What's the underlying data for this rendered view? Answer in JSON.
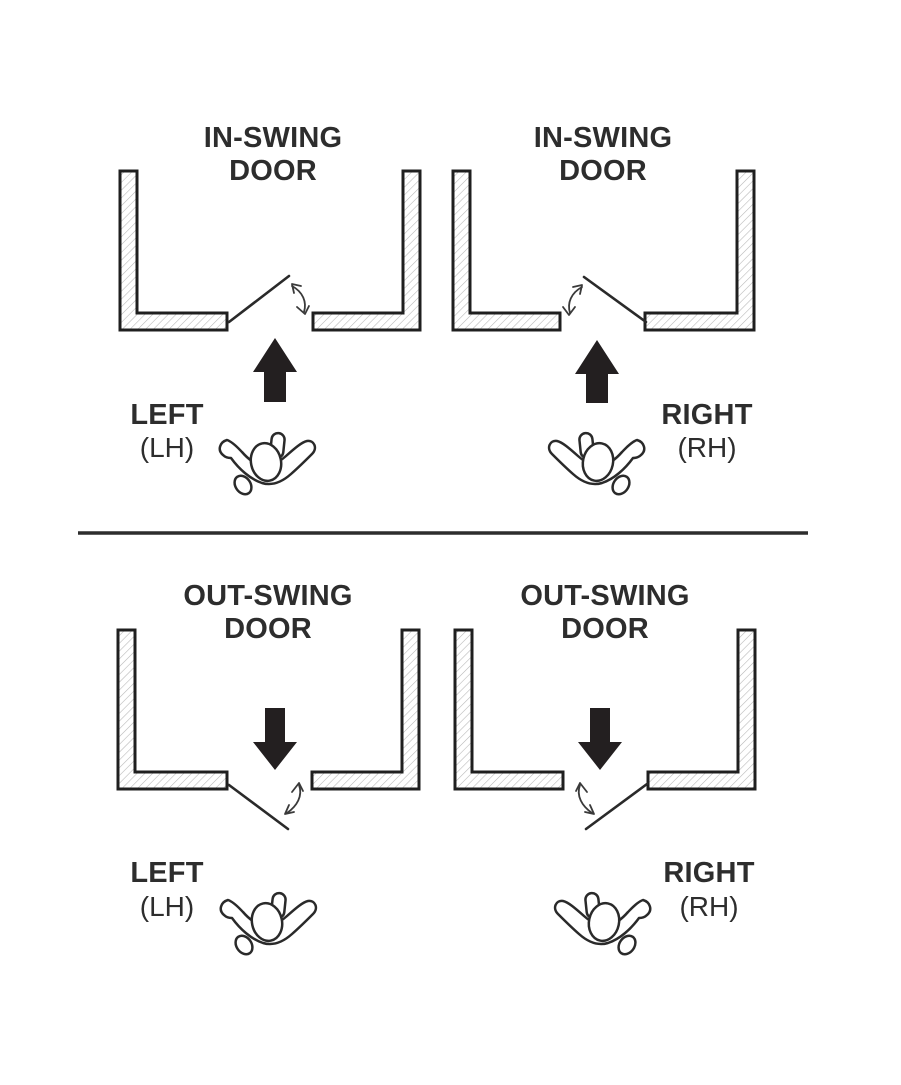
{
  "colors": {
    "ink": "#2d2d2d",
    "wall": "#1f1f1f",
    "hatch": "#b5b5b5",
    "arrow": "#231f20",
    "line": "#2a2a2a"
  },
  "diagrams": [
    {
      "title": "IN-SWING DOOR",
      "hand_label": "LEFT",
      "hand_abbr": "(LH)",
      "swing_type": "in-swing",
      "hinge_side": "left",
      "icons": {
        "direction_arrow": "up-arrow-icon",
        "swing": "door-swing-arc-icon",
        "person": "person-top-view-icon"
      }
    },
    {
      "title": "IN-SWING DOOR",
      "hand_label": "RIGHT",
      "hand_abbr": "(RH)",
      "swing_type": "in-swing",
      "hinge_side": "right",
      "icons": {
        "direction_arrow": "up-arrow-icon",
        "swing": "door-swing-arc-icon",
        "person": "person-top-view-icon"
      }
    },
    {
      "title": "OUT-SWING DOOR",
      "hand_label": "LEFT",
      "hand_abbr": "(LH)",
      "swing_type": "out-swing",
      "hinge_side": "left",
      "icons": {
        "direction_arrow": "down-arrow-icon",
        "swing": "door-swing-arc-icon",
        "person": "person-top-view-icon"
      }
    },
    {
      "title": "OUT-SWING DOOR",
      "hand_label": "RIGHT",
      "hand_abbr": "(RH)",
      "swing_type": "out-swing",
      "hinge_side": "right",
      "icons": {
        "direction_arrow": "down-arrow-icon",
        "swing": "door-swing-arc-icon",
        "person": "person-top-view-icon"
      }
    }
  ]
}
